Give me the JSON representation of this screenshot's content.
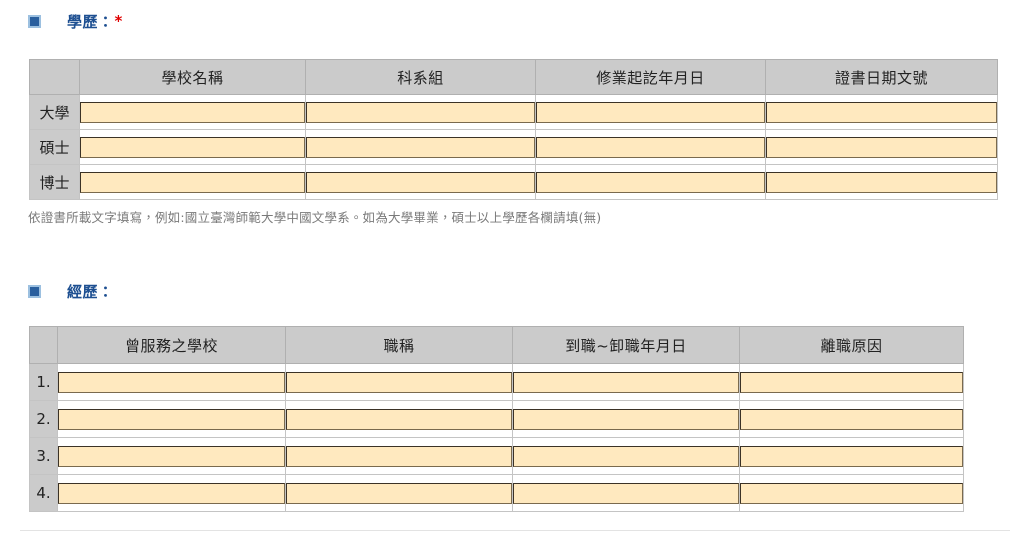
{
  "page": {
    "language": "zh-Hant",
    "background_color": "#ffffff",
    "heading_color": "#1d4f91",
    "required_marker_color": "#e00000",
    "table_header_background": "#cbcbcb",
    "input_background": "#ffe9bf",
    "input_border_color": "#7a6a4e",
    "note_color": "#7a7a7a"
  },
  "sections": [
    {
      "id": "education",
      "bullet_icon": "blue-square-bullet-icon",
      "title": "學歷：",
      "required": true,
      "required_marker": "*",
      "table": {
        "columns": [
          "",
          "學校名稱",
          "科系組",
          "修業起訖年月日",
          "證書日期文號"
        ],
        "rows": [
          {
            "label": "大學",
            "values": [
              "",
              "",
              "",
              ""
            ]
          },
          {
            "label": "碩士",
            "values": [
              "",
              "",
              "",
              ""
            ]
          },
          {
            "label": "博士",
            "values": [
              "",
              "",
              "",
              ""
            ]
          }
        ]
      },
      "note": "依證書所載文字填寫，例如:國立臺灣師範大學中國文學系。如為大學畢業，碩士以上學歷各欄請填(無)"
    },
    {
      "id": "experience",
      "bullet_icon": "blue-square-bullet-icon",
      "title": "經歷：",
      "required": false,
      "required_marker": "",
      "table": {
        "columns": [
          "",
          "曾服務之學校",
          "職稱",
          "到職~卸職年月日",
          "離職原因"
        ],
        "rows": [
          {
            "label": "1.",
            "values": [
              "",
              "",
              "",
              ""
            ]
          },
          {
            "label": "2.",
            "values": [
              "",
              "",
              "",
              ""
            ]
          },
          {
            "label": "3.",
            "values": [
              "",
              "",
              "",
              ""
            ]
          },
          {
            "label": "4.",
            "values": [
              "",
              "",
              "",
              ""
            ]
          }
        ]
      },
      "note": ""
    }
  ]
}
